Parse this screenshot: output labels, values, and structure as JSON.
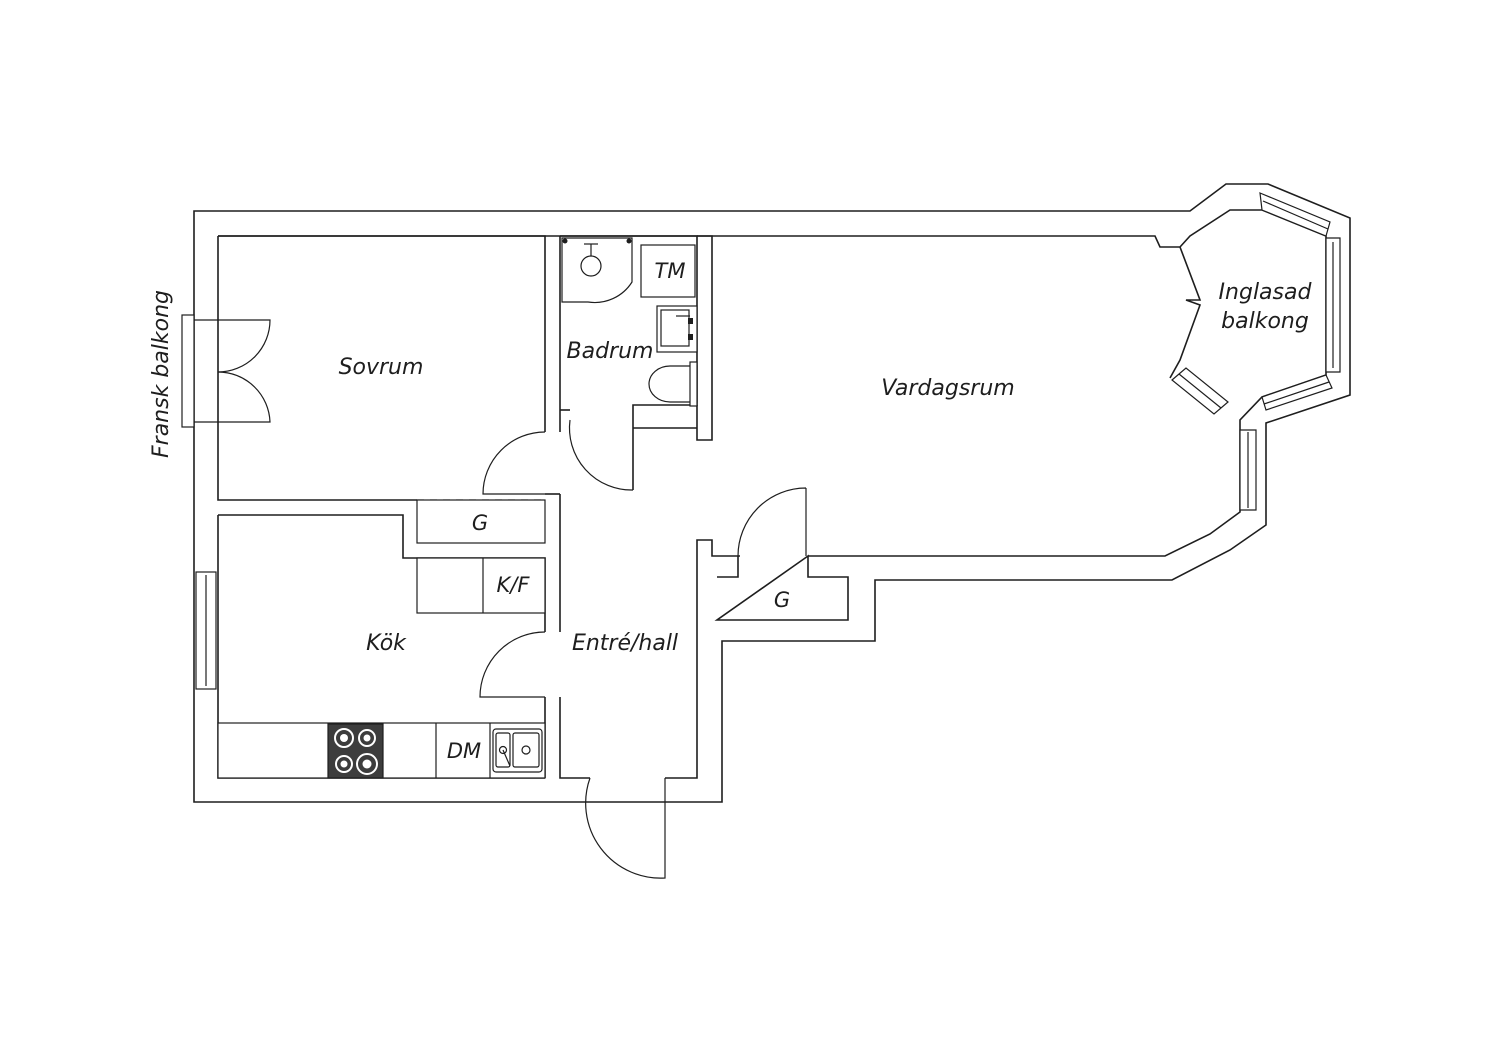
{
  "plan": {
    "rooms": {
      "sovrum": "Sovrum",
      "badrum": "Badrum",
      "vardagsrum": "Vardagsrum",
      "inglasad_balkong_line1": "Inglasad",
      "inglasad_balkong_line2": "balkong",
      "kok": "Kök",
      "entre_hall": "Entré/hall",
      "fransk_balkong": "Fransk balkong"
    },
    "fixtures": {
      "garderob_1": "G",
      "garderob_2": "G",
      "kyl_frys": "K/F",
      "tvattmaskin": "TM",
      "diskmaskin": "DM"
    }
  }
}
